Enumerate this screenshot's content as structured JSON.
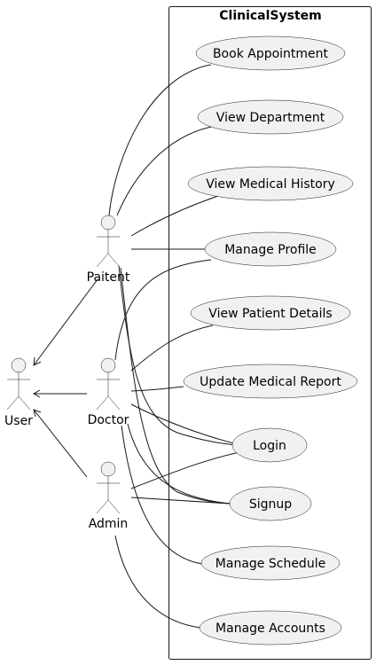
{
  "system": {
    "title": "ClinicalSystem"
  },
  "actors": [
    {
      "id": "user",
      "label": "User"
    },
    {
      "id": "paitent",
      "label": "Paitent"
    },
    {
      "id": "doctor",
      "label": "Doctor"
    },
    {
      "id": "admin",
      "label": "Admin"
    }
  ],
  "use_cases": [
    {
      "id": "book-appointment",
      "label": "Book Appointment"
    },
    {
      "id": "view-department",
      "label": "View Department"
    },
    {
      "id": "view-medical-history",
      "label": "View Medical History"
    },
    {
      "id": "manage-profile",
      "label": "Manage Profile"
    },
    {
      "id": "view-patient-details",
      "label": "View Patient Details"
    },
    {
      "id": "update-medical-report",
      "label": "Update Medical Report"
    },
    {
      "id": "login",
      "label": "Login"
    },
    {
      "id": "signup",
      "label": "Signup"
    },
    {
      "id": "manage-schedule",
      "label": "Manage Schedule"
    },
    {
      "id": "manage-accounts",
      "label": "Manage Accounts"
    }
  ],
  "generalizations": [
    {
      "from": "paitent",
      "to": "user"
    },
    {
      "from": "doctor",
      "to": "user"
    },
    {
      "from": "admin",
      "to": "user"
    }
  ],
  "associations": [
    {
      "actor": "paitent",
      "use_case": "book-appointment"
    },
    {
      "actor": "paitent",
      "use_case": "view-department"
    },
    {
      "actor": "paitent",
      "use_case": "view-medical-history"
    },
    {
      "actor": "paitent",
      "use_case": "manage-profile"
    },
    {
      "actor": "paitent",
      "use_case": "login"
    },
    {
      "actor": "paitent",
      "use_case": "signup"
    },
    {
      "actor": "doctor",
      "use_case": "manage-profile"
    },
    {
      "actor": "doctor",
      "use_case": "view-patient-details"
    },
    {
      "actor": "doctor",
      "use_case": "update-medical-report"
    },
    {
      "actor": "doctor",
      "use_case": "login"
    },
    {
      "actor": "doctor",
      "use_case": "signup"
    },
    {
      "actor": "doctor",
      "use_case": "manage-schedule"
    },
    {
      "actor": "admin",
      "use_case": "login"
    },
    {
      "actor": "admin",
      "use_case": "signup"
    },
    {
      "actor": "admin",
      "use_case": "manage-accounts"
    }
  ]
}
